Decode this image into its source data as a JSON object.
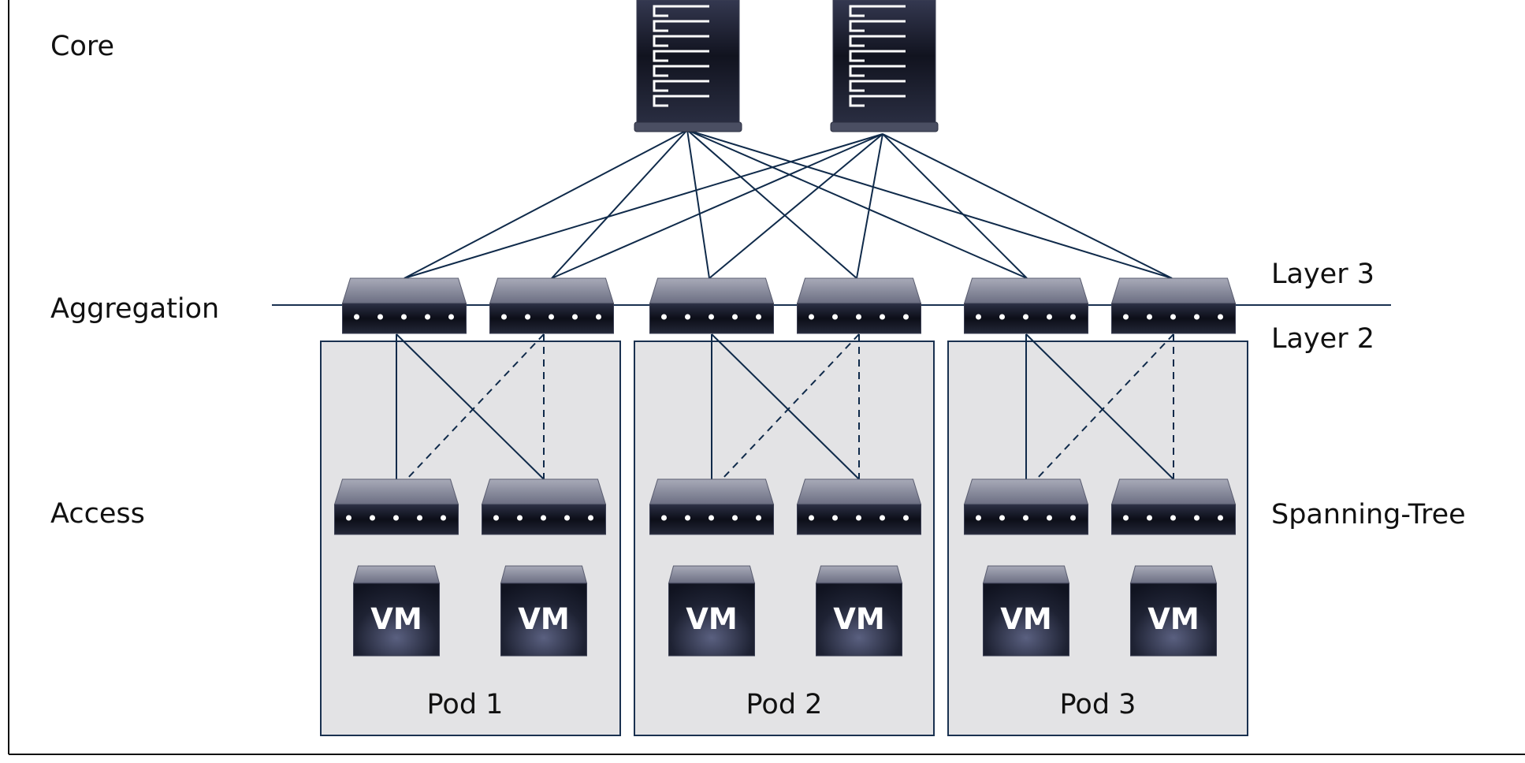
{
  "tiers": {
    "core": "Core",
    "aggregation": "Aggregation",
    "access": "Access"
  },
  "boundary": {
    "above": "Layer 3",
    "below": "Layer 2",
    "access_side": "Spanning-Tree"
  },
  "pods": [
    {
      "label": "Pod 1",
      "vms": [
        "VM",
        "VM"
      ]
    },
    {
      "label": "Pod 2",
      "vms": [
        "VM",
        "VM"
      ]
    },
    {
      "label": "Pod 3",
      "vms": [
        "VM",
        "VM"
      ]
    }
  ],
  "icons": {
    "core": "core-switch-icon",
    "aggregation": "switch-icon",
    "access": "switch-icon",
    "vm": "vm-server-icon"
  },
  "colors": {
    "link": "#0f2a4a",
    "pod_fill": "#e3e3e5",
    "pod_border": "#1a3150",
    "device": "#1a1d2e"
  }
}
